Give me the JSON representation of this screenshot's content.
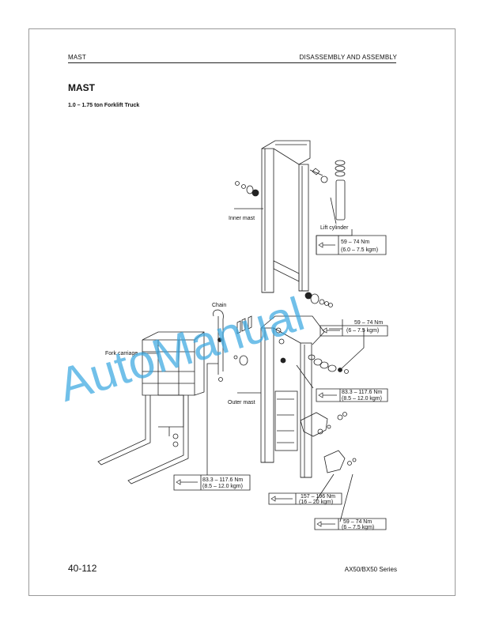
{
  "header": {
    "left": "MAST",
    "right": "DISASSEMBLY AND ASSEMBLY"
  },
  "title": "MAST",
  "subtitle": "1.0 – 1.75 ton Forklift Truck",
  "labels": {
    "inner_mast": "Inner mast",
    "lift_cylinder": "Lift cylinder",
    "chain": "Chain",
    "fork_carriage": "Fork carriage",
    "outer_mast": "Outer mast"
  },
  "torque_specs": [
    {
      "line1": "59 – 74 Nm",
      "line2": "(6.0 – 7.5 kgm)"
    },
    {
      "line1": "59 – 74 Nm",
      "line2": "(6 – 7.5 kgm)"
    },
    {
      "line1": "83.3 – 117.6 Nm",
      "line2": "(8.5 – 12.0 kgm)"
    },
    {
      "line1": "83.3 – 117.6 Nm",
      "line2": "(8.5 – 12.0 kgm)"
    },
    {
      "line1": "157 – 196 Nm",
      "line2": "(16 – 20 kgm)"
    },
    {
      "line1": "59 – 74 Nm",
      "line2": "(6 – 7.5 kgm)"
    }
  ],
  "watermark": "AutoManual",
  "colors": {
    "watermark": "#3aa8e0"
  },
  "footer": {
    "page_number": "40-112",
    "series": "AX50/BX50 Series"
  }
}
